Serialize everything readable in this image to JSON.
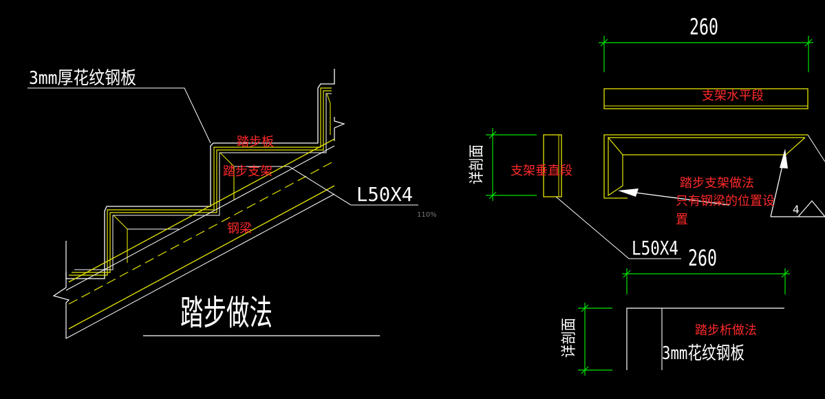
{
  "colors": {
    "background": "#000000",
    "line_white": "#ffffff",
    "line_yellow": "#e6e600",
    "dimension_green": "#00e600",
    "annotation_red": "#ff2a2a"
  },
  "left_drawing": {
    "plate_label": "3mm厚花纹钢板",
    "tread_label": "踏步板",
    "bracket_label": "踏步支架",
    "angle_label": "L50X4",
    "zoom_label": "110%",
    "beam_label": "钢梁",
    "title": "踏步做法"
  },
  "right_drawing": {
    "top_dim": "260",
    "horizontal_segment": "支架水平段",
    "section_label_1": "详剖面",
    "vertical_segment": "支架垂直段",
    "bracket_method_line1": "踏步支架做法",
    "bracket_method_line2": "只有钢梁的位置设",
    "bracket_method_line3": "置",
    "small_number": "4",
    "angle_label": "L50X4",
    "bottom_dim": "260",
    "section_label_2": "详剖面",
    "tread_method": "踏步析做法",
    "plate_label": "3mm花纹钢板"
  }
}
